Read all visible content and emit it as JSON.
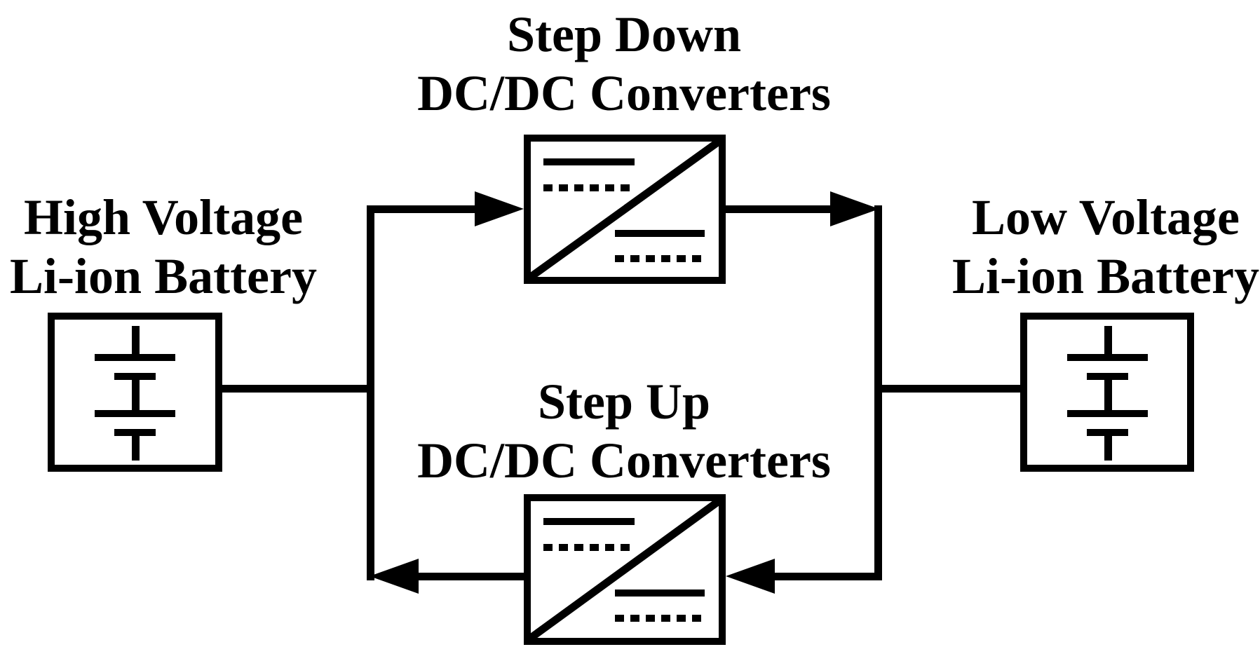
{
  "colors": {
    "ink": "#000000",
    "background": "#ffffff"
  },
  "labels": {
    "hv_battery": {
      "line1": "High Voltage",
      "line2": "Li-ion Battery"
    },
    "lv_battery": {
      "line1": "Low Voltage",
      "line2": "Li-ion Battery"
    },
    "step_down_converter": {
      "line1": "Step Down",
      "line2": "DC/DC Converters"
    },
    "step_up_converter": {
      "line1": "Step Up",
      "line2": "DC/DC Converters"
    }
  },
  "flows": [
    {
      "from": "High Voltage Li-ion Battery",
      "via": "Step Down DC/DC Converters",
      "to": "Low Voltage Li-ion Battery",
      "arrow_direction": "right"
    },
    {
      "from": "Low Voltage Li-ion Battery",
      "via": "Step Up DC/DC Converters",
      "to": "High Voltage Li-ion Battery",
      "arrow_direction": "left"
    }
  ]
}
